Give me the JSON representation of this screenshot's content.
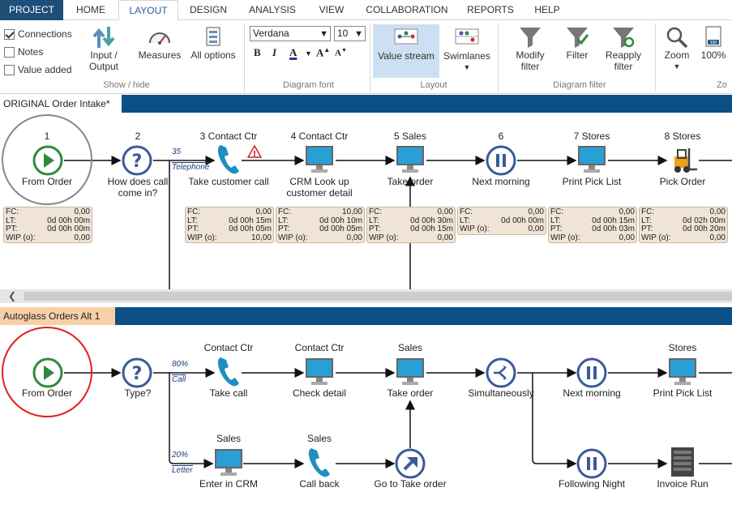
{
  "menu": {
    "tabs": [
      "PROJECT",
      "HOME",
      "LAYOUT",
      "DESIGN",
      "ANALYSIS",
      "VIEW",
      "COLLABORATION",
      "REPORTS",
      "HELP"
    ]
  },
  "ribbon": {
    "show_hide": {
      "connections": "Connections",
      "notes": "Notes",
      "value_added": "Value added",
      "input_output_1": "Input /",
      "input_output_2": "Output",
      "measures": "Measures",
      "all_options": "All options",
      "group": "Show / hide"
    },
    "font": {
      "family": "Verdana",
      "size": "10",
      "bold": "B",
      "italic": "I",
      "color": "A",
      "grow": "A",
      "shrink": "A",
      "group": "Diagram font"
    },
    "layout": {
      "value_stream": "Value stream",
      "swimlanes": "Swimlanes",
      "group": "Layout"
    },
    "filter": {
      "modify_1": "Modify",
      "modify_2": "filter",
      "filter": "Filter",
      "reapply_1": "Reapply",
      "reapply_2": "filter",
      "group": "Diagram filter"
    },
    "zoom": {
      "zoom": "Zoom",
      "percent": "100%",
      "icon_label": "100",
      "group": "Zo"
    }
  },
  "diagram1": {
    "tab": "ORIGINAL Order Intake*",
    "close": "✕",
    "nodes": [
      {
        "num": "1",
        "label": "From Order"
      },
      {
        "num": "2",
        "label": "How does call",
        "label2": "come in?"
      },
      {
        "num": "3 Contact Ctr",
        "label": "Take customer call"
      },
      {
        "num": "4 Contact Ctr",
        "label": "CRM Look up",
        "label2": "customer detail"
      },
      {
        "num": "5 Sales",
        "label": "Take order"
      },
      {
        "num": "6",
        "label": "Next morning"
      },
      {
        "num": "7 Stores",
        "label": "Print Pick List"
      },
      {
        "num": "8 Stores",
        "label": "Pick Order"
      }
    ],
    "route": {
      "value": "35",
      "label": "Telephone"
    },
    "info_labels": {
      "fc": "FC:",
      "lt": "LT:",
      "pt": "PT:",
      "wip": "WIP (o):"
    },
    "info": [
      {
        "fc": "0,00",
        "lt": "0d 00h 00m",
        "pt": "0d 00h 00m",
        "wip": "0,00"
      },
      {
        "fc": "0,00",
        "lt": "0d 00h 15m",
        "pt": "0d 00h 05m",
        "wip": "10,00"
      },
      {
        "fc": "10,00",
        "lt": "0d 00h 10m",
        "pt": "0d 00h 05m",
        "wip": "0,00"
      },
      {
        "fc": "0,00",
        "lt": "0d 00h 30m",
        "pt": "0d 00h 15m",
        "wip": "0,00"
      },
      {
        "fc": "0,00",
        "lt": "0d 00h 00m",
        "wip": "0,00"
      },
      {
        "fc": "0,00",
        "lt": "0d 00h 15m",
        "pt": "0d 00h 03m",
        "wip": "0,00"
      },
      {
        "fc": "0,00",
        "lt": "0d 02h 00m",
        "pt": "0d 00h 20m",
        "wip": "0,00"
      }
    ]
  },
  "diagram2": {
    "tab": "Autoglass Orders Alt 1",
    "close": "✕",
    "nodes": [
      {
        "lane": "",
        "label": "From Order"
      },
      {
        "lane": "",
        "label": "Type?"
      },
      {
        "lane": "Contact Ctr",
        "label": "Take call"
      },
      {
        "lane": "Contact Ctr",
        "label": "Check detail"
      },
      {
        "lane": "Sales",
        "label": "Take order"
      },
      {
        "lane": "",
        "label": "Simultaneously"
      },
      {
        "lane": "",
        "label": "Next morning"
      },
      {
        "lane": "Stores",
        "label": "Print Pick List"
      },
      {
        "lane": "Sales",
        "label": "Enter in CRM"
      },
      {
        "lane": "Sales",
        "label": "Call back"
      },
      {
        "lane": "",
        "label": "Go to Take order"
      },
      {
        "lane": "",
        "label": "Following Night"
      },
      {
        "lane": "",
        "label": "Invoice Run"
      }
    ],
    "routes": [
      {
        "value": "80%",
        "label": "Call"
      },
      {
        "value": "20%",
        "label": "Letter"
      }
    ]
  },
  "colors": {
    "accent": "#0b4f85",
    "start": "#2e8b3e",
    "node_blue": "#3a5a9a",
    "info_bg": "#efe4d6",
    "highlight_red": "#e02020"
  }
}
